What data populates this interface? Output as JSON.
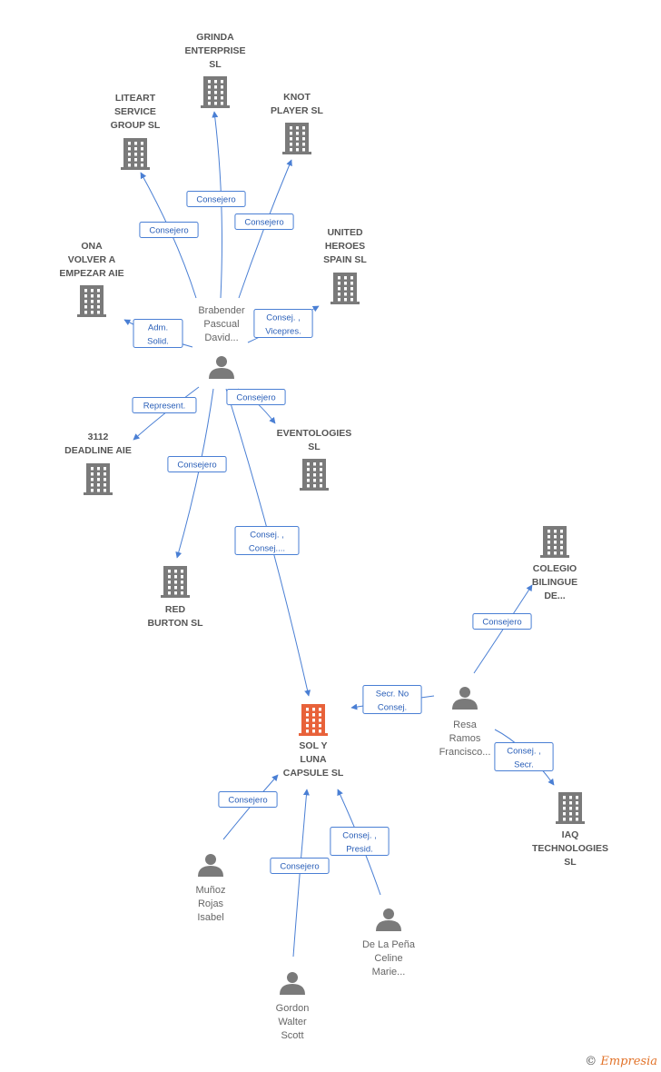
{
  "companies": [
    {
      "id": "grinda",
      "label": [
        "GRINDA",
        "ENTERPRISE",
        "SL"
      ]
    },
    {
      "id": "liteart",
      "label": [
        "LITEART",
        "SERVICE",
        "GROUP SL"
      ]
    },
    {
      "id": "knot",
      "label": [
        "KNOT",
        "PLAYER  SL"
      ]
    },
    {
      "id": "ona",
      "label": [
        "ONA",
        "VOLVER A",
        "EMPEZAR AIE"
      ]
    },
    {
      "id": "united",
      "label": [
        "UNITED",
        "HEROES",
        "SPAIN  SL"
      ]
    },
    {
      "id": "deadline",
      "label": [
        "3112",
        "DEADLINE AIE"
      ]
    },
    {
      "id": "eventologies",
      "label": [
        "EVENTOLOGIES",
        "SL"
      ]
    },
    {
      "id": "redburton",
      "label": [
        "RED",
        "BURTON  SL"
      ]
    },
    {
      "id": "colegio",
      "label": [
        "COLEGIO",
        "BILINGUE",
        "DE..."
      ]
    },
    {
      "id": "solyluna",
      "label": [
        "SOL Y",
        "LUNA",
        "CAPSULE  SL"
      ],
      "highlight": true
    },
    {
      "id": "iaq",
      "label": [
        "IAQ",
        "TECHNOLOGIES",
        "SL"
      ]
    }
  ],
  "people": [
    {
      "id": "brabender",
      "label": [
        "Brabender",
        "Pascual",
        "David..."
      ]
    },
    {
      "id": "resa",
      "label": [
        "Resa",
        "Ramos",
        "Francisco..."
      ]
    },
    {
      "id": "munoz",
      "label": [
        "Muñoz",
        "Rojas",
        "Isabel"
      ]
    },
    {
      "id": "gordon",
      "label": [
        "Gordon",
        "Walter",
        "Scott"
      ]
    },
    {
      "id": "delapena",
      "label": [
        "De La Peña",
        "Celine",
        "Marie..."
      ]
    }
  ],
  "edges": [
    {
      "from": "brabender",
      "to": "grinda",
      "label": [
        "Consejero"
      ]
    },
    {
      "from": "brabender",
      "to": "liteart",
      "label": [
        "Consejero"
      ]
    },
    {
      "from": "brabender",
      "to": "knot",
      "label": [
        "Consejero"
      ]
    },
    {
      "from": "brabender",
      "to": "ona",
      "label": [
        "Adm.",
        "Solid."
      ]
    },
    {
      "from": "brabender",
      "to": "united",
      "label": [
        "Consej. ,",
        "Vicepres."
      ]
    },
    {
      "from": "brabender",
      "to": "deadline",
      "label": [
        "Represent."
      ]
    },
    {
      "from": "brabender",
      "to": "eventologies",
      "label": [
        "Consejero"
      ]
    },
    {
      "from": "brabender",
      "to": "redburton",
      "label": [
        "Consejero"
      ]
    },
    {
      "from": "brabender",
      "to": "solyluna",
      "label": [
        "Consej. ,",
        "Consej...."
      ]
    },
    {
      "from": "resa",
      "to": "colegio",
      "label": [
        "Consejero"
      ]
    },
    {
      "from": "resa",
      "to": "solyluna",
      "label": [
        "Secr.  No",
        "Consej."
      ]
    },
    {
      "from": "resa",
      "to": "iaq",
      "label": [
        "Consej. ,",
        "Secr."
      ]
    },
    {
      "from": "munoz",
      "to": "solyluna",
      "label": [
        "Consejero"
      ]
    },
    {
      "from": "gordon",
      "to": "solyluna",
      "label": [
        "Consejero"
      ]
    },
    {
      "from": "delapena",
      "to": "solyluna",
      "label": [
        "Consej. ,",
        "Presid."
      ]
    }
  ],
  "colors": {
    "edge": "#4a7fd4",
    "node_icon": "#7a7a7a",
    "highlight_icon": "#e8623a"
  },
  "footer": {
    "copyright_symbol": "©",
    "brand": "Empresia"
  }
}
